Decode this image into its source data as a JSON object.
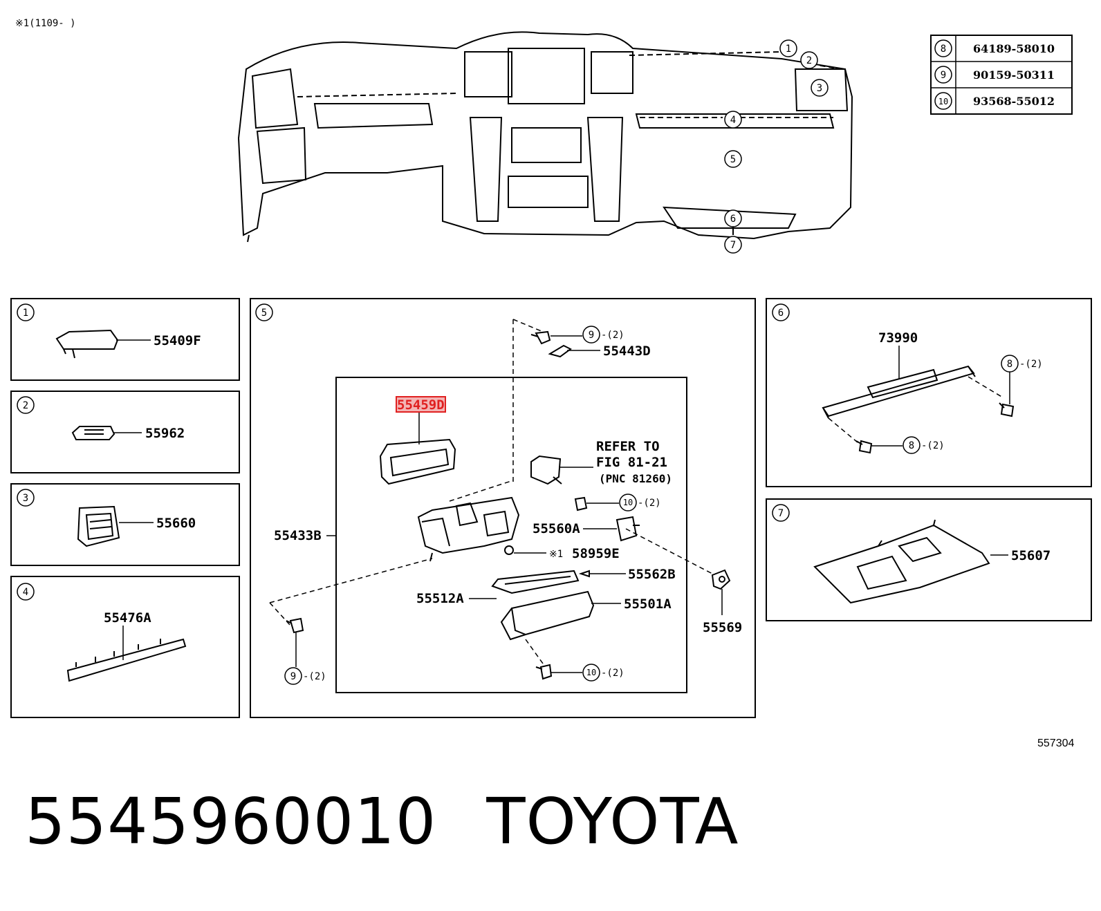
{
  "note_top": "※1(1109-    )",
  "ref_table": [
    {
      "callout": "8",
      "part": "64189-58010"
    },
    {
      "callout": "9",
      "part": "90159-50311"
    },
    {
      "callout": "10",
      "part": "93568-55012"
    }
  ],
  "overview_callouts": [
    "1",
    "2",
    "3",
    "4",
    "5",
    "6",
    "7"
  ],
  "panels": {
    "p1": {
      "num": "1",
      "part": "55409F"
    },
    "p2": {
      "num": "2",
      "part": "55962"
    },
    "p3": {
      "num": "3",
      "part": "55660"
    },
    "p4": {
      "num": "4",
      "part": "55476A"
    },
    "p5": {
      "num": "5",
      "outer_part": "55433B",
      "top_screw": {
        "callout": "9",
        "qty": "-(2)"
      },
      "top_bracket": "55443D",
      "highlighted_part": "55459D",
      "refer_lines": [
        "REFER TO",
        "FIG 81-21",
        "(PNC 81260)"
      ],
      "switch_screw": {
        "callout": "10",
        "qty": "-(2)"
      },
      "lock_part": "55560A",
      "bulb_mark": "※1",
      "bulb_part": "58959E",
      "pin_part": "55562B",
      "frame_part": "55512A",
      "door_part": "55501A",
      "bumper_part": "55569",
      "left_screw": {
        "callout": "9",
        "qty": "-(2)"
      },
      "bottom_screw": {
        "callout": "10",
        "qty": "-(2)"
      }
    },
    "p6": {
      "num": "6",
      "part": "73990",
      "screw_right": {
        "callout": "8",
        "qty": "-(2)"
      },
      "screw_left": {
        "callout": "8",
        "qty": "-(2)"
      }
    },
    "p7": {
      "num": "7",
      "part": "55607"
    }
  },
  "figure_id": "557304",
  "caption": {
    "part_number": "5545960010",
    "brand": "TOYOTA"
  },
  "colors": {
    "highlight": "#e02020",
    "highlight_fill": "#f3b4b4"
  }
}
